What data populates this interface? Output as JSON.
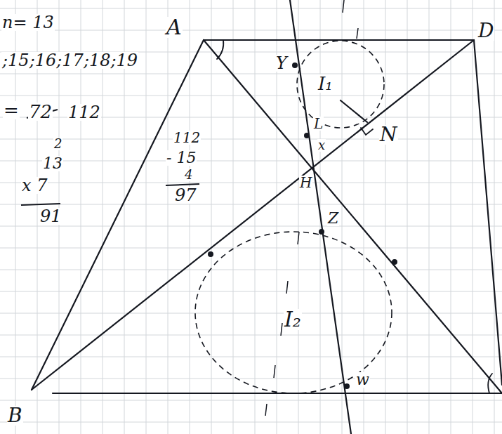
{
  "diagram": {
    "labels": [
      "A",
      "D",
      "Y",
      "I₁",
      "N",
      "L",
      "x",
      "H",
      "Z",
      "I₂",
      "w",
      "B",
      "n= 13",
      ";15;16;17;18;19",
      "=",
      "72",
      "112",
      "2",
      "13",
      "x 7",
      "91",
      "112",
      "- 15",
      "4",
      "97"
    ]
  }
}
